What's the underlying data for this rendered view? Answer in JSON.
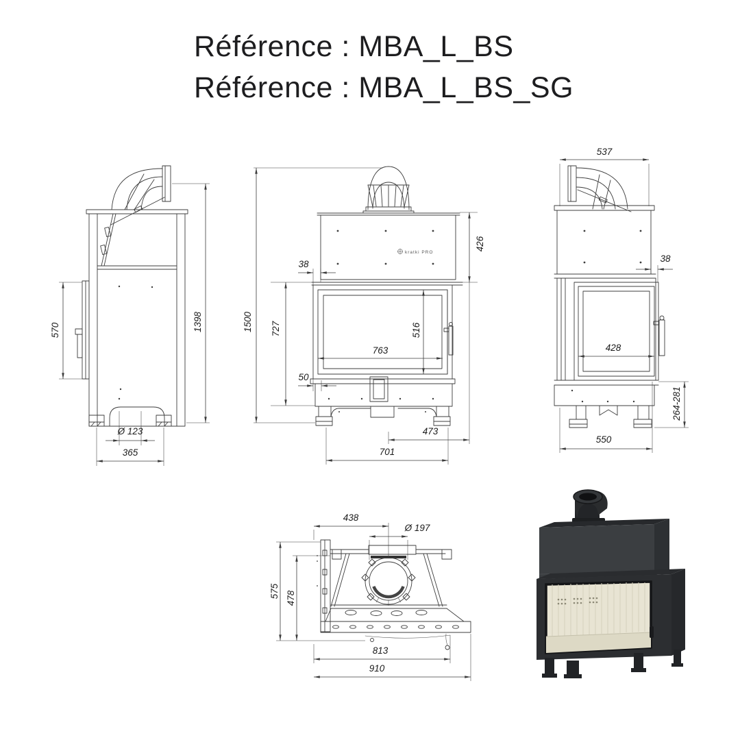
{
  "title": {
    "line1": "Référence : MBA_L_BS",
    "line2": "Référence : MBA_L_BS_SG"
  },
  "brand": {
    "logo": "kratki PRO"
  },
  "views": {
    "side_left": {
      "dims": {
        "door_height": "570",
        "total_height": "1398",
        "flue_diameter": "Ø 123",
        "base_depth": "365"
      }
    },
    "front": {
      "dims": {
        "top_offset": "38",
        "hood_height": "426",
        "total_height": "1500",
        "firebox_height": "727",
        "glass_width": "763",
        "glass_height": "516",
        "bottom_offset": "50",
        "base_inner_width": "473",
        "base_width": "701"
      }
    },
    "side_right": {
      "dims": {
        "top_depth": "537",
        "side_offset": "38",
        "glass_width": "428",
        "leg_height": "264-281",
        "base_depth": "550"
      }
    },
    "top": {
      "dims": {
        "flue_offset": "438",
        "flue_diameter": "Ø 197",
        "total_depth": "575",
        "inner_depth": "478",
        "inner_width": "813",
        "total_width": "910"
      }
    }
  },
  "colors": {
    "line": "#3c3c3c",
    "text": "#1b1b1b",
    "body_dark": "#3b3e41",
    "body_side": "#2d3033",
    "frame_black": "#1a1b1d",
    "interior_cream": "#e8e4d3",
    "background": "#ffffff"
  }
}
